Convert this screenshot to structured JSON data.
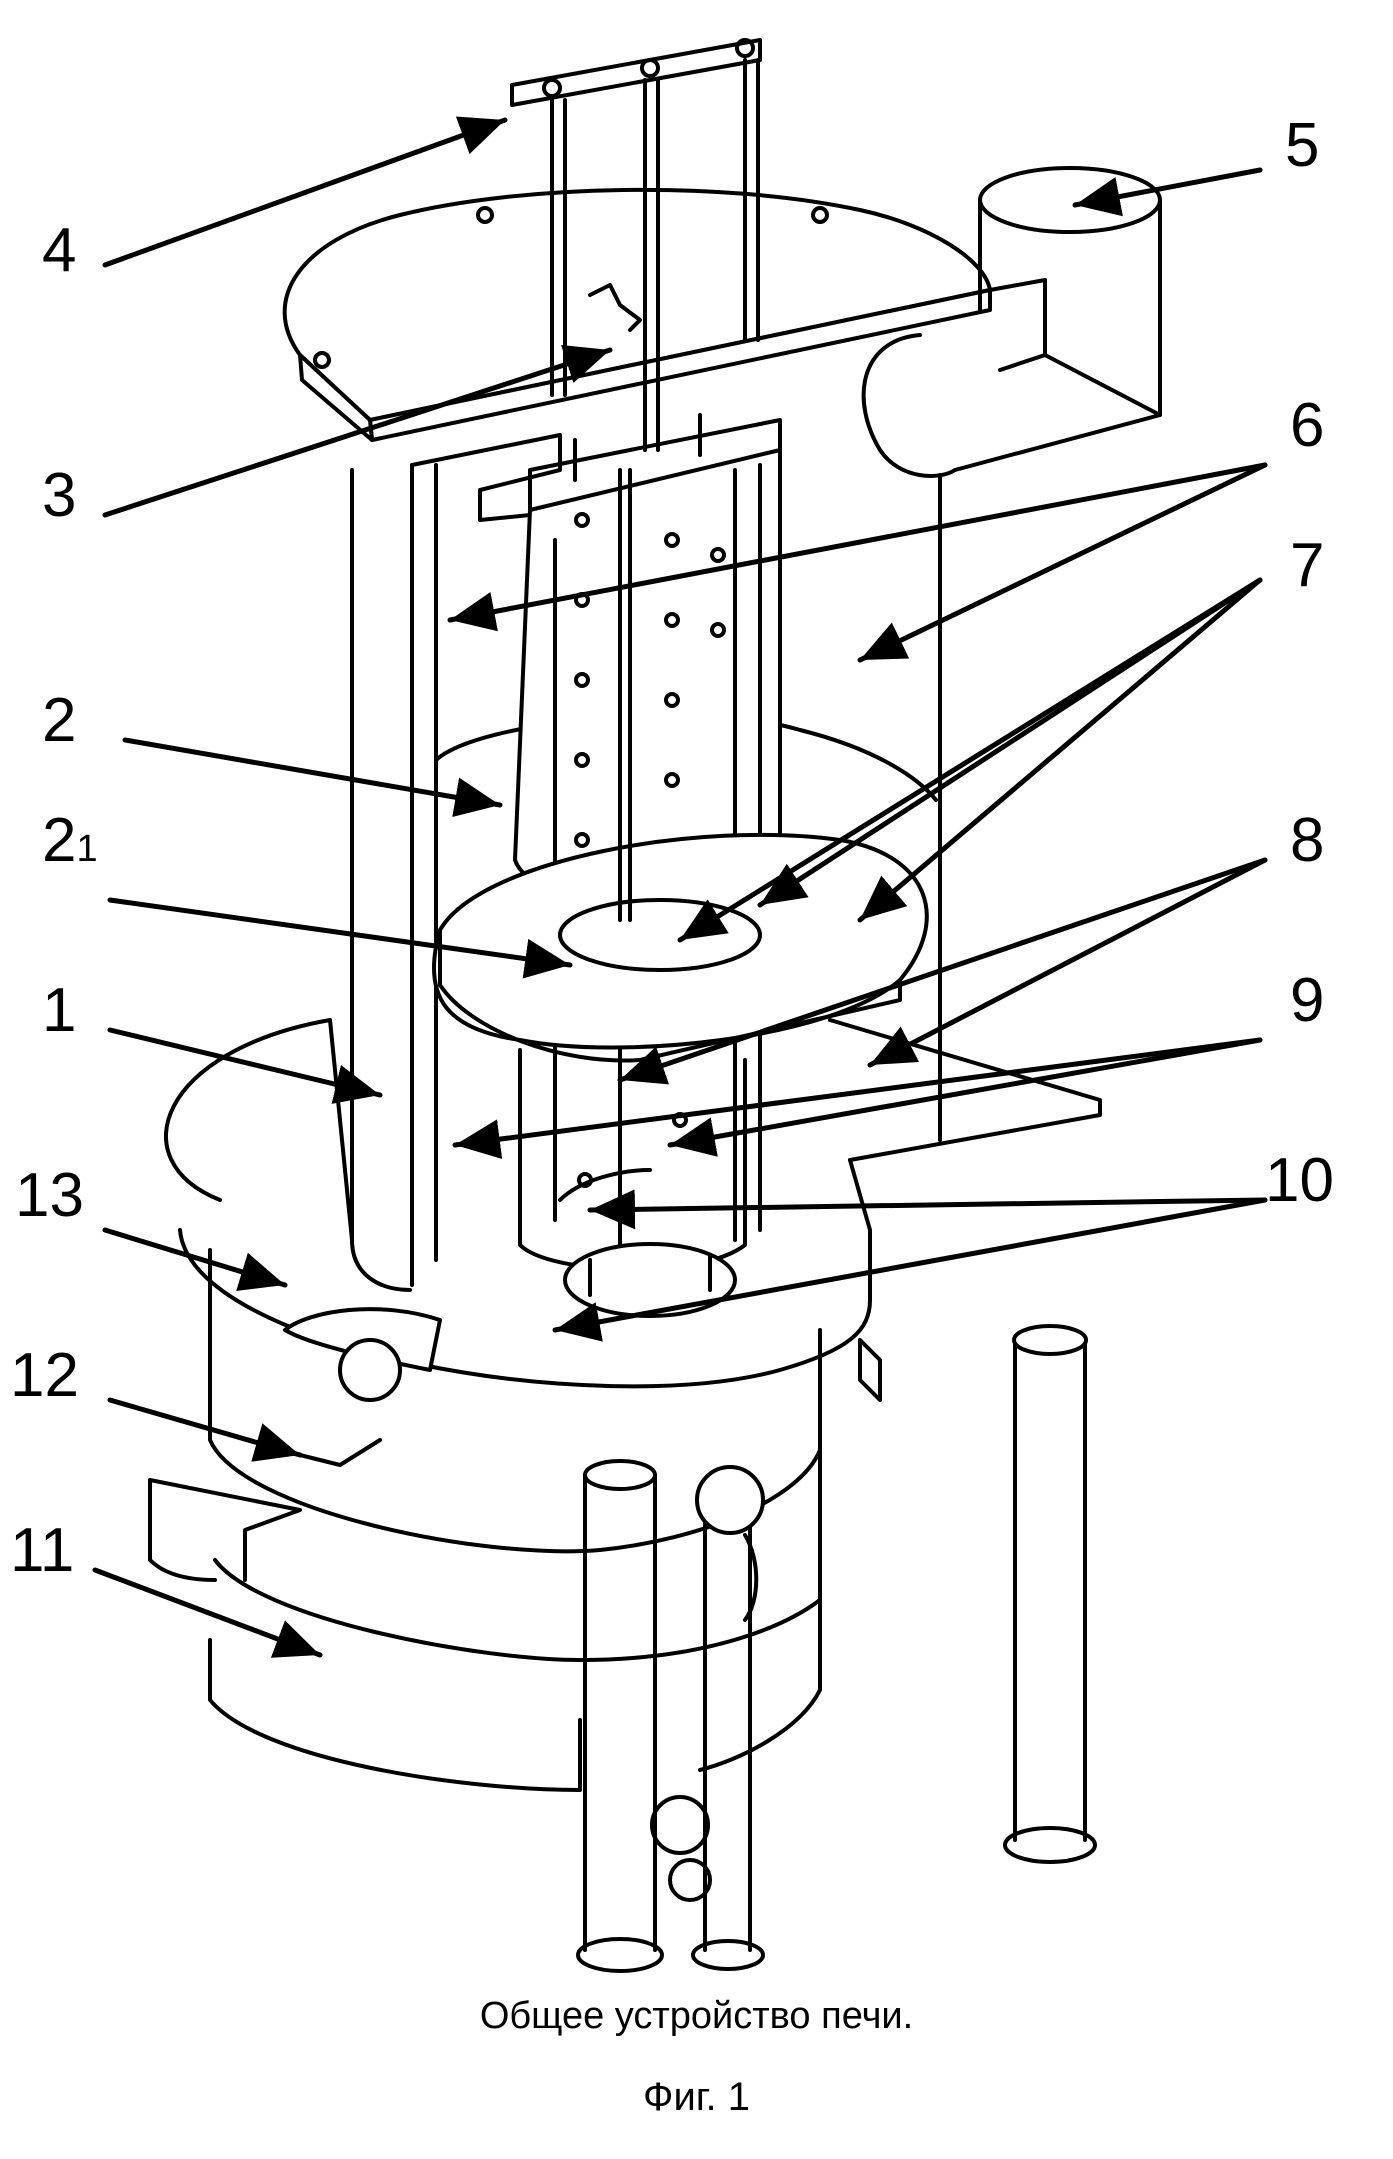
{
  "labels": {
    "l1": "1",
    "l2": "2",
    "l2_1_main": "2",
    "l2_1_sub": "1",
    "l3": "3",
    "l4": "4",
    "l5": "5",
    "l6": "6",
    "l7": "7",
    "l8": "8",
    "l9": "9",
    "l10": "10",
    "l11": "11",
    "l12": "12",
    "l13": "13"
  },
  "caption": {
    "title": "Общее устройство печи.",
    "figure": "Фиг. 1"
  },
  "colors": {
    "line": "#000000",
    "background": "#ffffff"
  }
}
